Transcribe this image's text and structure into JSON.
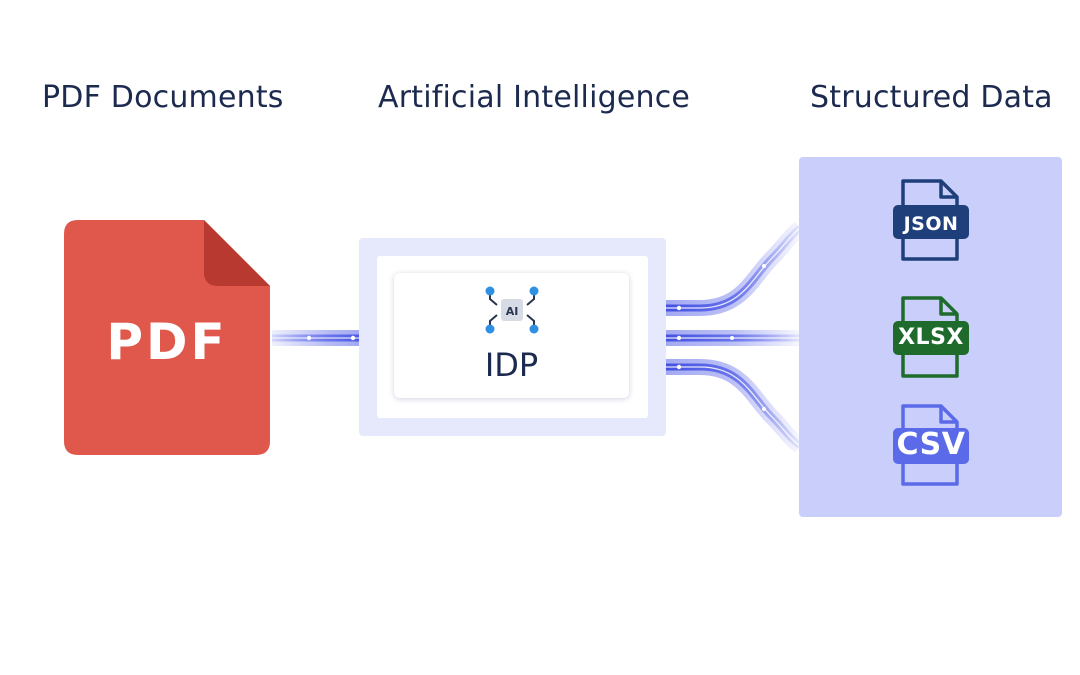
{
  "headings": {
    "input": "PDF Documents",
    "processing": "Artificial Intelligence",
    "output": "Structured Data"
  },
  "input_document": {
    "label": "PDF",
    "icon": "pdf-file-icon",
    "color": "#e0574c",
    "fold_color": "#b8392f"
  },
  "processor": {
    "label": "IDP",
    "icon": "ai-chip-icon",
    "chip_label": "AI",
    "accent": "#2f8fe0"
  },
  "outputs": [
    {
      "label": "JSON",
      "icon": "json-file-icon",
      "color": "#1f3f7a"
    },
    {
      "label": "XLSX",
      "icon": "xlsx-file-icon",
      "color": "#1e6b2c"
    },
    {
      "label": "CSV",
      "icon": "csv-file-icon",
      "color": "#5b6ae8"
    }
  ],
  "colors": {
    "heading_text": "#1b2a4e",
    "flow_line": "#5561e8",
    "panel_bg": "#c9cefa",
    "processor_bg": "#e6e9fb"
  }
}
